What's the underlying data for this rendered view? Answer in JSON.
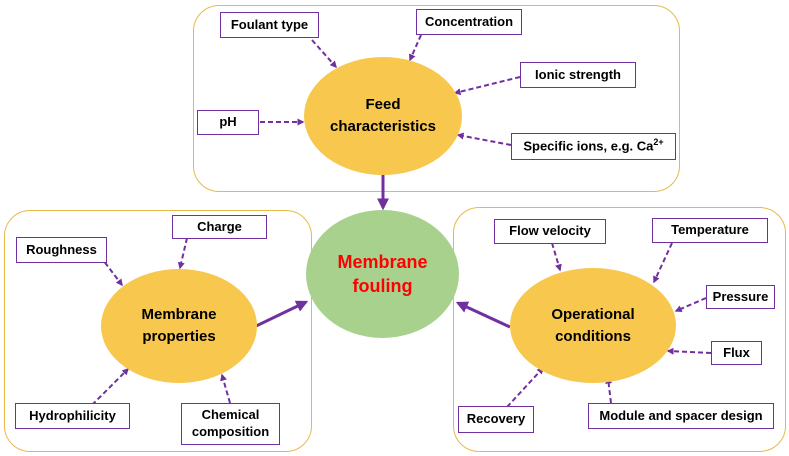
{
  "center": {
    "line1": "Membrane",
    "line2": "fouling"
  },
  "feed": {
    "title1": "Feed",
    "title2": "characteristics",
    "factors": {
      "foulant": "Foulant type",
      "concentration": "Concentration",
      "ionic": "Ionic strength",
      "ph": "pH",
      "specific": "Specific ions, e.g. Ca",
      "specific_sup": "2+"
    }
  },
  "membrane": {
    "title1": "Membrane",
    "title2": "properties",
    "factors": {
      "roughness": "Roughness",
      "charge": "Charge",
      "hydrophilicity": "Hydrophilicity",
      "chem1": "Chemical",
      "chem2": "composition"
    }
  },
  "operational": {
    "title1": "Operational",
    "title2": "conditions",
    "factors": {
      "flow": "Flow velocity",
      "temperature": "Temperature",
      "pressure": "Pressure",
      "flux": "Flux",
      "recovery": "Recovery",
      "module": "Module and spacer design"
    }
  },
  "colors": {
    "ellipse_fill": "#f7c74e",
    "center_fill": "#a9d18e",
    "center_text": "#ff0000",
    "box_border": "#7030a0",
    "arrow": "#7030a0",
    "group_border": "#e8b94a"
  }
}
